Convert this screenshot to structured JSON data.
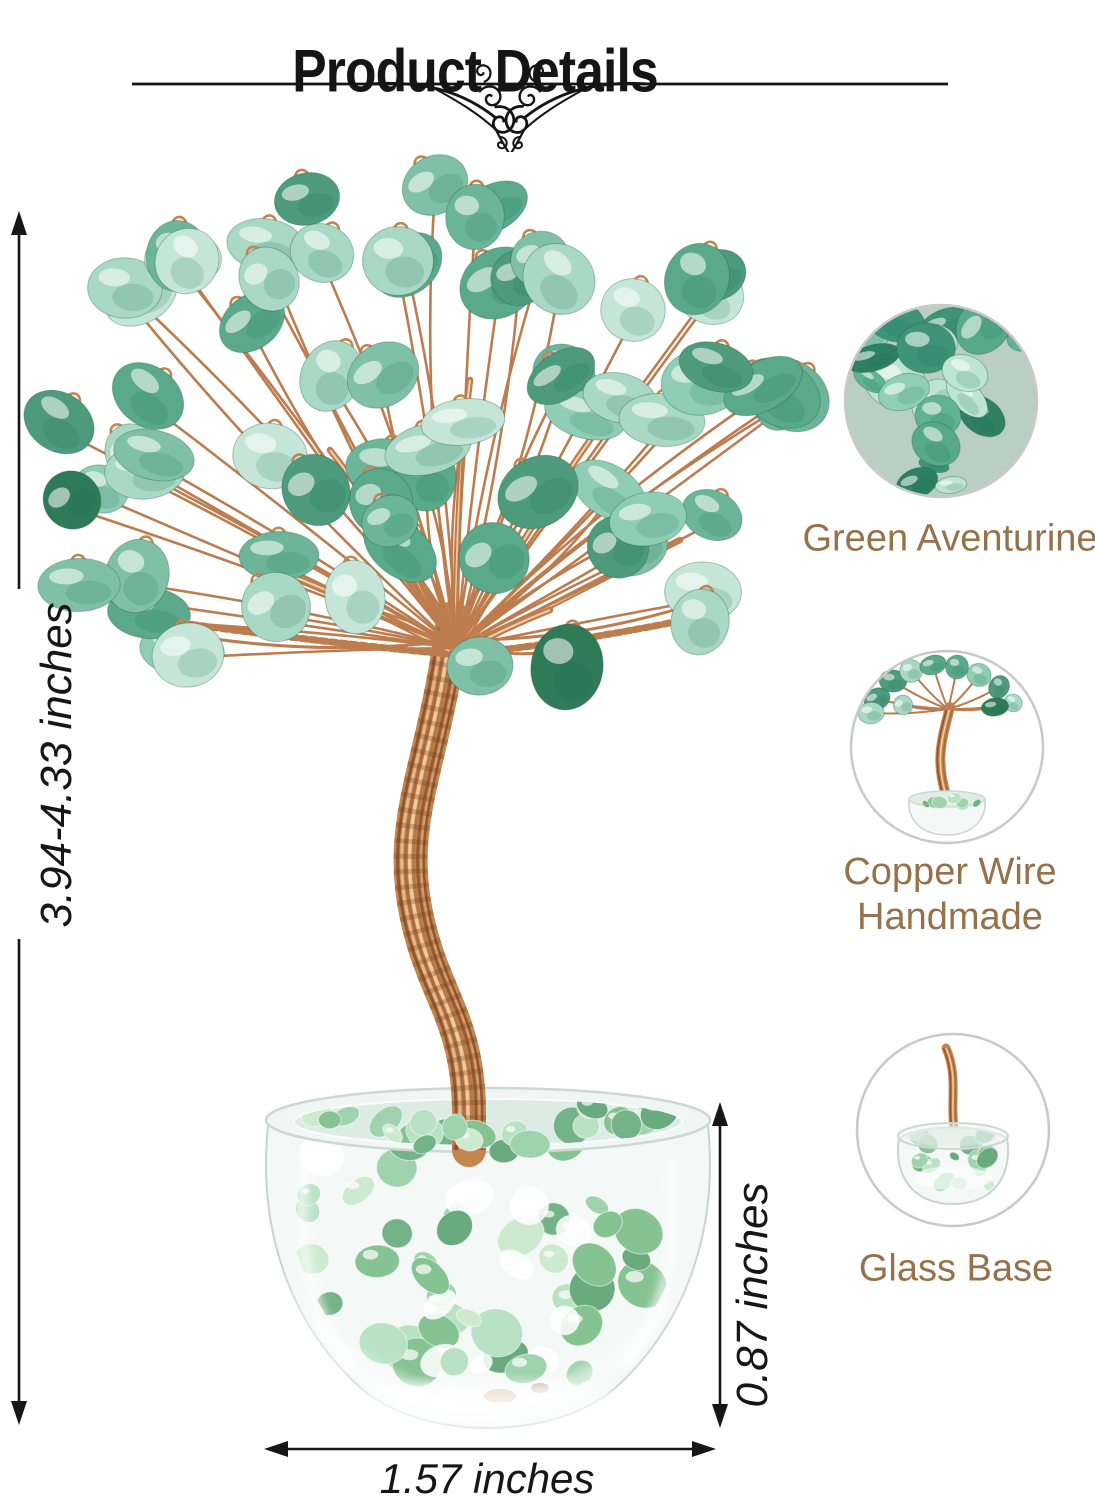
{
  "title": "Product Details",
  "figure": {
    "name": "green aventurine crystal money tree on glass base",
    "dimensions": {
      "tree_height": "3.94-4.33 inches",
      "base_height": "0.87 inches",
      "base_width": "1.57 inches"
    }
  },
  "callouts": [
    {
      "id": "green-aventurine",
      "lines": [
        "Green Aventurine"
      ]
    },
    {
      "id": "copper-wire-handmade",
      "lines": [
        "Copper Wire",
        "Handmade"
      ]
    },
    {
      "id": "glass-base",
      "lines": [
        "Glass Base"
      ]
    }
  ],
  "colors": {
    "label_brown": "#96714a",
    "line_black": "#161616",
    "circle_border": "#c9c9c9",
    "copper": "#c5854f",
    "copper_highlight": "#f0cda4",
    "copper_dark": "#8a5531",
    "stone_palette": [
      "#a9d8c4",
      "#7fc0a6",
      "#5aa98b",
      "#8fcdb4",
      "#c4e5d7",
      "#6cb598",
      "#4d9a7d"
    ],
    "stone_dark_green": "#2f7a57",
    "chip_palette": [
      "#9fd3ad",
      "#86c393",
      "#b9e2c4",
      "#74b287",
      "#cdeacf",
      "#69aa7e"
    ],
    "deep_stone_palette": [
      "#3f9478",
      "#5fb392",
      "#2e7f63",
      "#8fd0b4",
      "#bde5d2",
      "#57a98a"
    ],
    "glass_fill": "#f4f8f6",
    "glass_edge": "#c9d4d0"
  }
}
